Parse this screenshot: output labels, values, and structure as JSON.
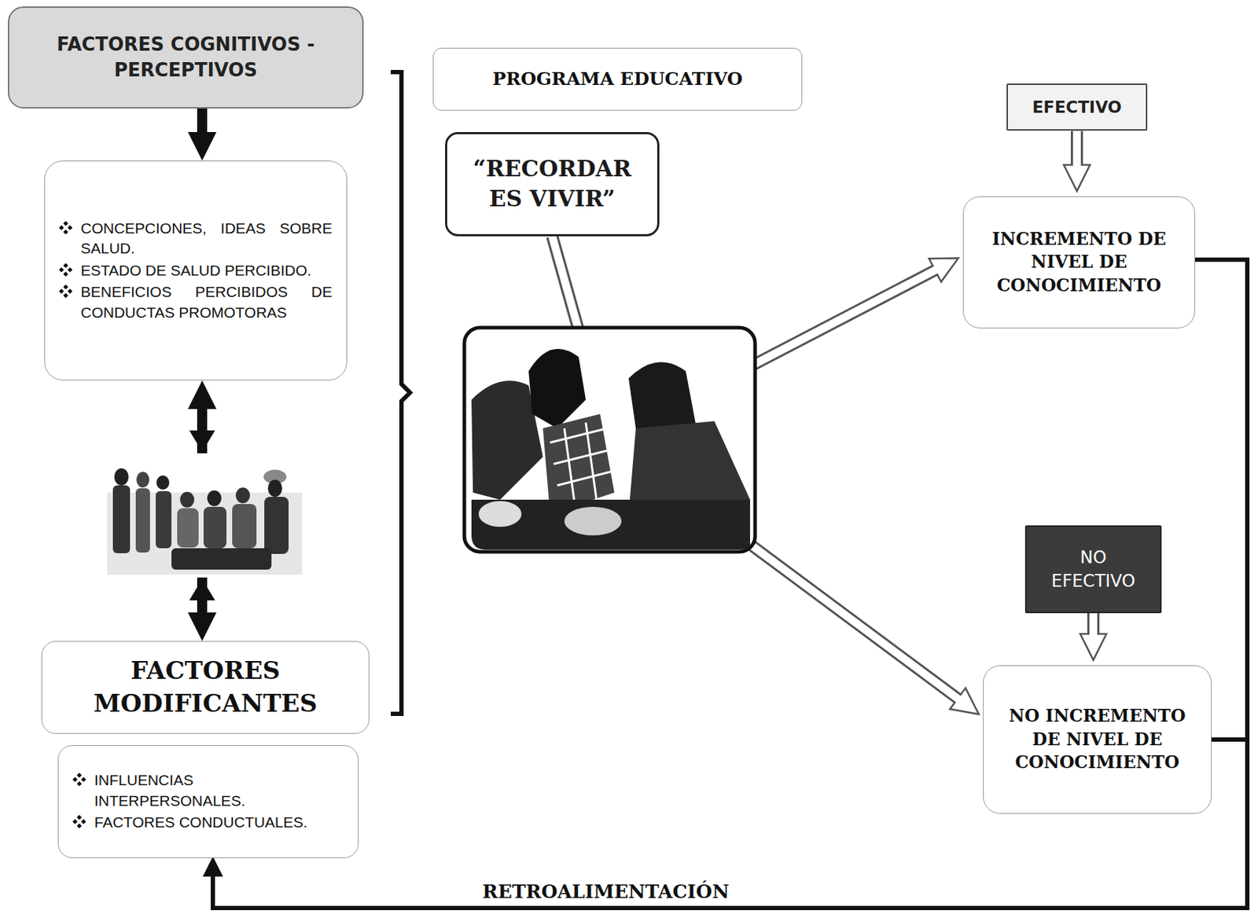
{
  "diagram": {
    "nodes": [
      {
        "text": [
          "FACTORES COGNITIVOS - PERCEPTIVOS"
        ]
      },
      {
        "text": [
          "CONCEPCIONES, IDEAS SOBRE SALUD.",
          "ESTADO DE SALUD PERCIBIDO.",
          "BENEFICIOS PERCIBIDOS DE CONDUCTAS PROMOTORAS"
        ]
      },
      {
        "text": [
          "PROGRAMA EDUCATIVO"
        ]
      },
      {
        "text": [
          "“RECORDAR ES VIVIR”"
        ]
      },
      {
        "text": [
          "EFECTIVO"
        ]
      },
      {
        "text": [
          "INCREMENTO DE NIVEL DE CONOCIMIENTO"
        ]
      },
      {
        "text": [
          "FACTORES MODIFICANTES"
        ]
      },
      {
        "text": [
          "INFLUENCIAS INTERPERSONALES.",
          "FACTORES CONDUCTUALES."
        ]
      },
      {
        "text": [
          "NO EFECTIVO"
        ]
      },
      {
        "text": [
          "NO INCREMENTO DE NIVEL DE CONOCIMIENTO"
        ]
      }
    ],
    "edges": [
      {
        "from": 0,
        "to": 1,
        "arrow": "to"
      },
      {
        "from": 1,
        "to": 6,
        "arrow": "both"
      },
      {
        "from": 3,
        "to": 5,
        "arrow": "to"
      },
      {
        "from": 3,
        "to": 9,
        "arrow": "to"
      },
      {
        "from": 4,
        "to": 5,
        "arrow": "to"
      },
      {
        "from": 8,
        "to": 9,
        "arrow": "to"
      },
      {
        "from": 5,
        "to": 7,
        "arrow": "to",
        "label": "RETROALIMENTACIÓN"
      },
      {
        "from": 9,
        "to": 7,
        "arrow": "to"
      }
    ]
  }
}
